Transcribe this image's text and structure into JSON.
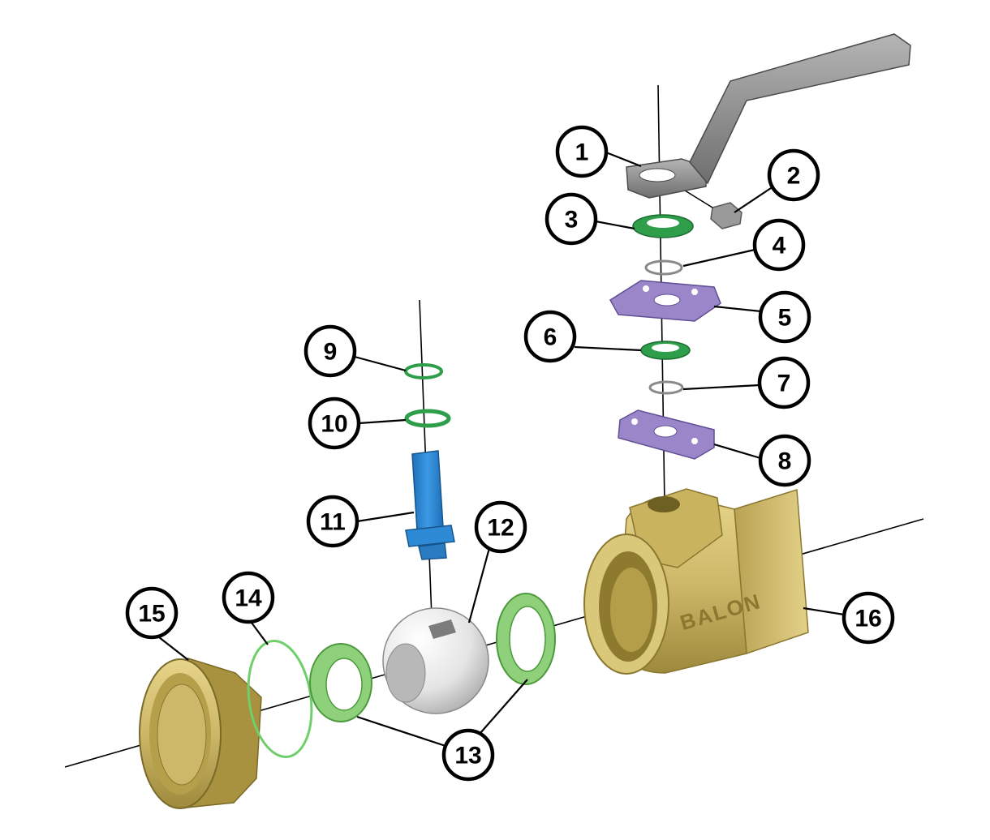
{
  "diagram": {
    "brand_mark": "BALON",
    "colors": {
      "brass": "#cdb768",
      "brass_dark": "#9e8a3c",
      "handle": "#8d8d8d",
      "seal_green": "#2e9e4a",
      "seat_green": "#8fd07a",
      "plate_purple": "#9a86c8",
      "stem_blue": "#2f8ad6",
      "ball_white": "#f2f2f2"
    },
    "callouts": [
      {
        "id": "1",
        "label": "1",
        "part_icon": "handle-icon"
      },
      {
        "id": "2",
        "label": "2",
        "part_icon": "nut-icon"
      },
      {
        "id": "3",
        "label": "3",
        "part_icon": "seal-ring-icon"
      },
      {
        "id": "4",
        "label": "4",
        "part_icon": "washer-icon"
      },
      {
        "id": "5",
        "label": "5",
        "part_icon": "plate-icon"
      },
      {
        "id": "6",
        "label": "6",
        "part_icon": "seal-ring-icon"
      },
      {
        "id": "7",
        "label": "7",
        "part_icon": "washer-icon"
      },
      {
        "id": "8",
        "label": "8",
        "part_icon": "plate-icon"
      },
      {
        "id": "9",
        "label": "9",
        "part_icon": "o-ring-icon"
      },
      {
        "id": "10",
        "label": "10",
        "part_icon": "o-ring-icon"
      },
      {
        "id": "11",
        "label": "11",
        "part_icon": "stem-icon"
      },
      {
        "id": "12",
        "label": "12",
        "part_icon": "ball-icon"
      },
      {
        "id": "13",
        "label": "13",
        "part_icon": "seat-ring-icon"
      },
      {
        "id": "14",
        "label": "14",
        "part_icon": "gasket-icon"
      },
      {
        "id": "15",
        "label": "15",
        "part_icon": "end-connector-icon"
      },
      {
        "id": "16",
        "label": "16",
        "part_icon": "valve-body-icon"
      }
    ]
  }
}
